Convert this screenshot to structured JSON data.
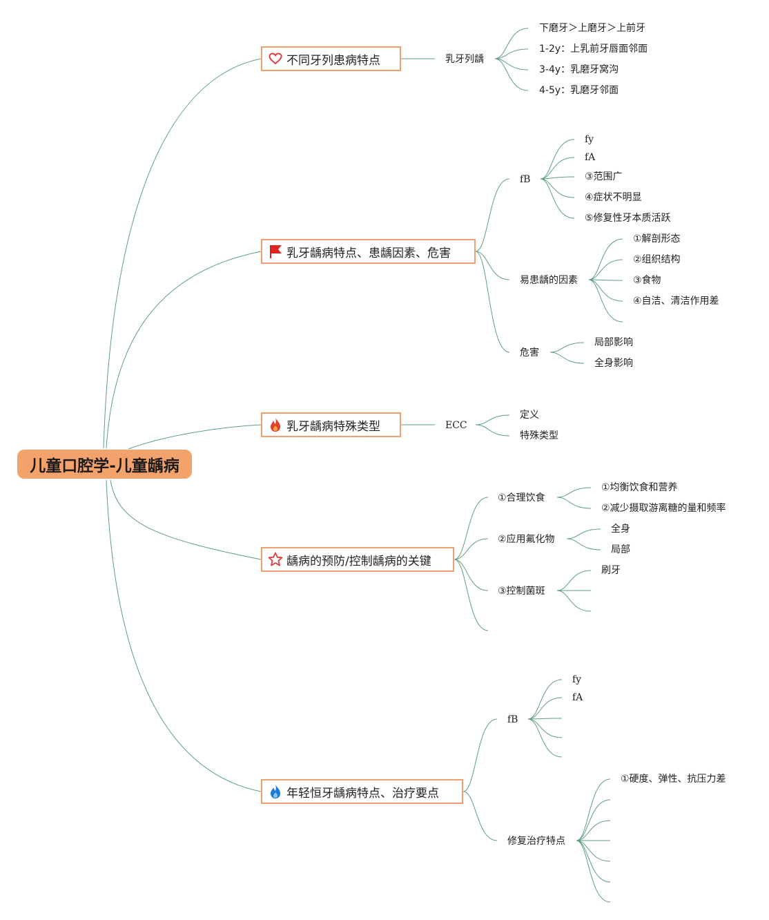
{
  "root": {
    "title": "儿童口腔学-儿童龋病"
  },
  "colors": {
    "root_fill": "#f4a26b",
    "topic_border": "#f0a070",
    "link": "#5f9e80"
  },
  "topics": [
    {
      "title": "不同牙列患病特点",
      "icon": "heart-icon",
      "children": [
        {
          "label": "乳牙列龋",
          "children": [
            "下磨牙＞上磨牙＞上前牙",
            "1-2y：上乳前牙唇面邻面",
            "3-4y：乳磨牙窝沟",
            "4-5y：乳磨牙邻面"
          ]
        }
      ]
    },
    {
      "title": "乳牙龋病特点、患龋因素、危害",
      "icon": "flag-icon",
      "children": [
        {
          "label": "fB",
          "children": [
            "fy",
            "fA",
            "③范围广",
            "④症状不明显",
            "⑤修复性牙本质活跃"
          ]
        },
        {
          "label": "易患龋的因素",
          "children": [
            "①解剖形态",
            "②组织结构",
            "③食物",
            "④自洁、清洁作用差",
            ""
          ]
        },
        {
          "label": "危害",
          "children": [
            "局部影响",
            "全身影响"
          ]
        }
      ]
    },
    {
      "title": "乳牙龋病特殊类型",
      "icon": "fire-icon",
      "children": [
        {
          "label": "ECC",
          "children": [
            "定义",
            "特殊类型"
          ]
        }
      ]
    },
    {
      "title": "龋病的预防/控制龋病的关键",
      "icon": "star-icon",
      "children": [
        {
          "label": "①合理饮食",
          "children": [
            "①均衡饮食和营养",
            "②减少摄取游离糖的量和频率"
          ]
        },
        {
          "label": "②应用氟化物",
          "children": [
            "全身",
            "局部"
          ]
        },
        {
          "label": "③控制菌斑",
          "children": [
            "刷牙",
            "",
            ""
          ]
        },
        {
          "label": "",
          "children": []
        }
      ]
    },
    {
      "title": "年轻恒牙龋病特点、治疗要点",
      "icon": "flame-icon",
      "children": [
        {
          "label": "fB",
          "children": [
            "fy",
            "fA",
            "",
            "",
            ""
          ]
        },
        {
          "label": "修复治疗特点",
          "children": [
            "①硬度、弹性、抗压力差",
            "",
            "",
            "",
            "",
            "",
            ""
          ]
        }
      ]
    }
  ]
}
